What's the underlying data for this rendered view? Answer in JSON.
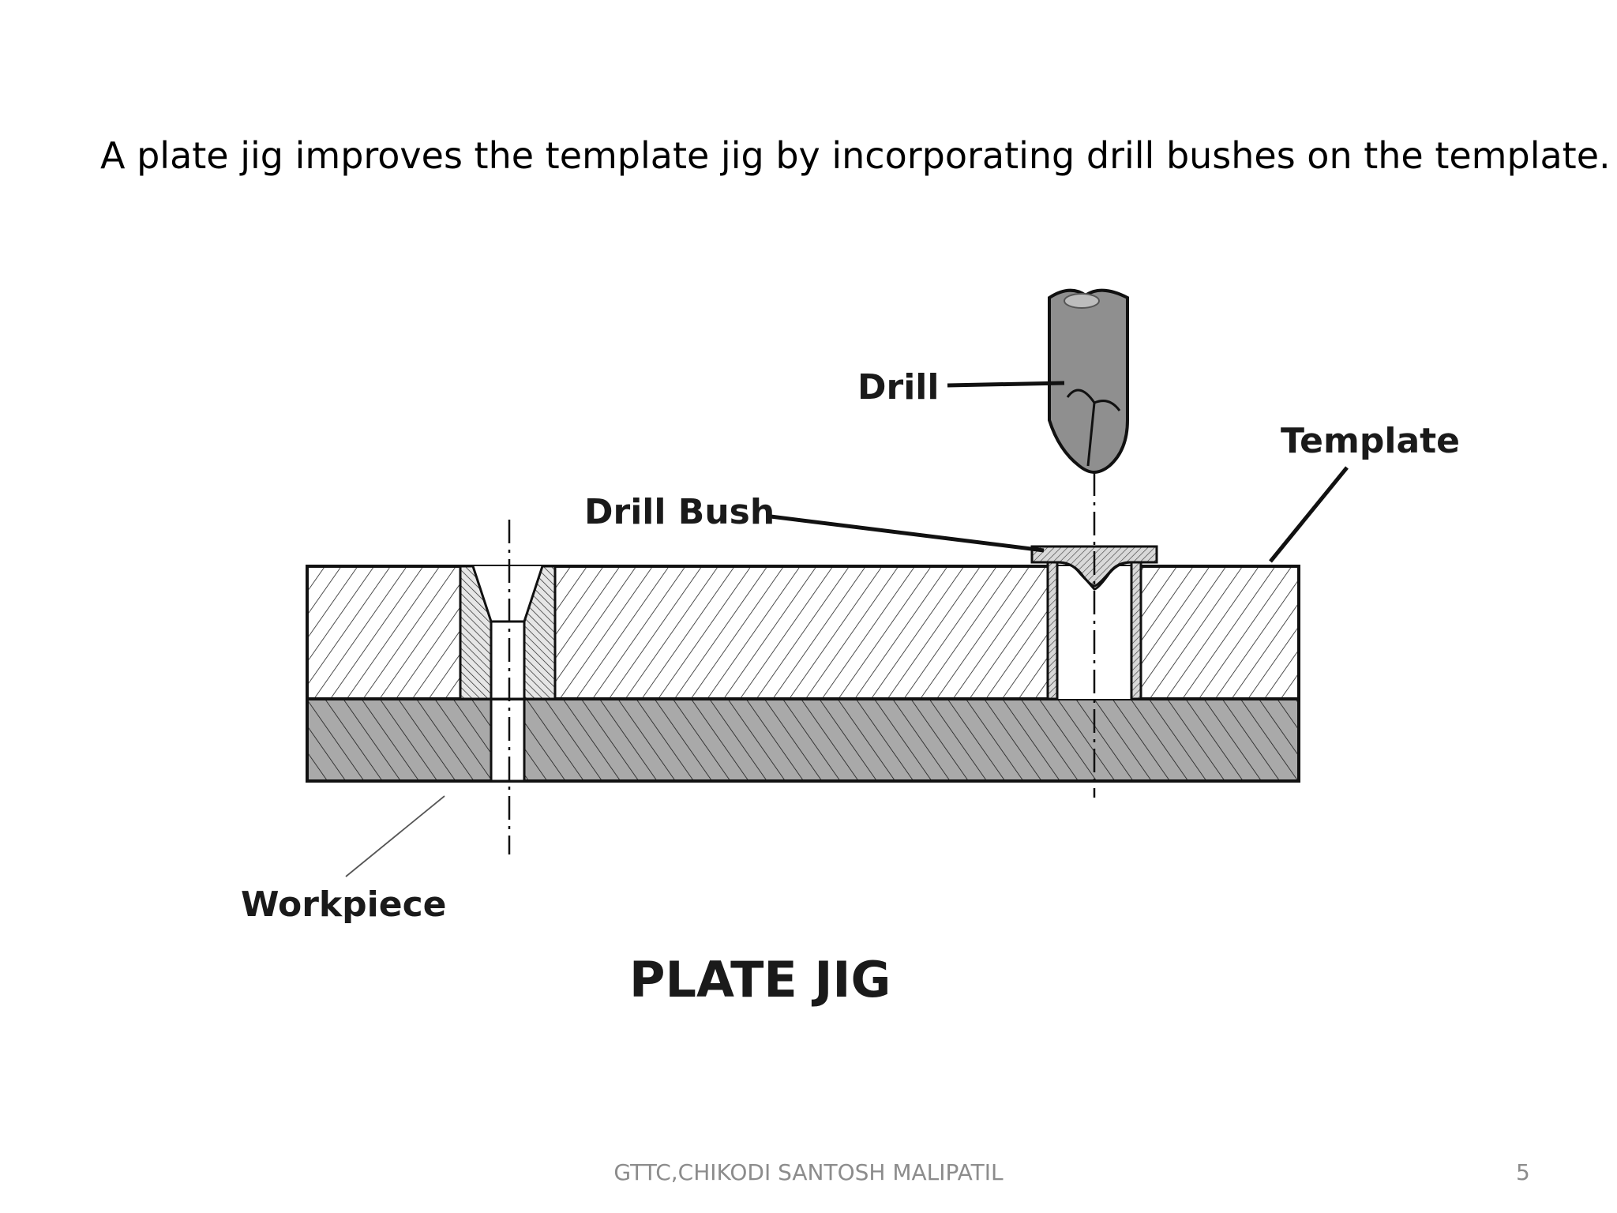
{
  "slide": {
    "body_text": "A plate jig improves the template jig by incorporating drill bushes on the template.",
    "footer": "GTTC,CHIKODI SANTOSH MALIPATIL",
    "page_number": "5"
  },
  "diagram": {
    "labels": {
      "drill": "Drill",
      "template": "Template",
      "drill_bush": "Drill Bush",
      "workpiece": "Workpiece"
    },
    "caption": "PLATE JIG",
    "colors": {
      "workpiece_fill": "#a9a9a9",
      "drill_fill": "#8f8f8f",
      "outline": "#111111"
    }
  }
}
